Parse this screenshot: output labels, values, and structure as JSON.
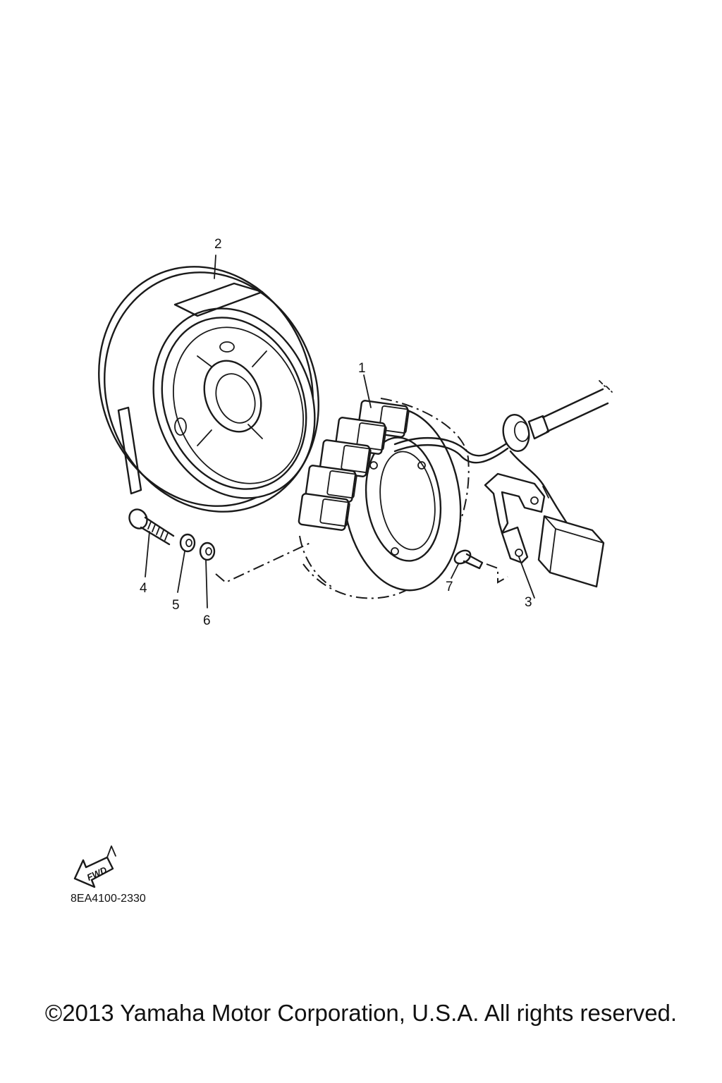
{
  "callouts": [
    {
      "number": "1",
      "part": "stator"
    },
    {
      "number": "2",
      "part": "rotor"
    },
    {
      "number": "3",
      "part": "bracket"
    },
    {
      "number": "4",
      "part": "bolt"
    },
    {
      "number": "5",
      "part": "washer"
    },
    {
      "number": "6",
      "part": "washer"
    },
    {
      "number": "7",
      "part": "screw"
    }
  ],
  "fwd_badge": {
    "label": "FWD",
    "icon": "fwd-arrow-icon"
  },
  "diagram_ref_code": "8EA4100-2330",
  "copyright": "©2013 Yamaha Motor Corporation, U.S.A. All rights reserved."
}
